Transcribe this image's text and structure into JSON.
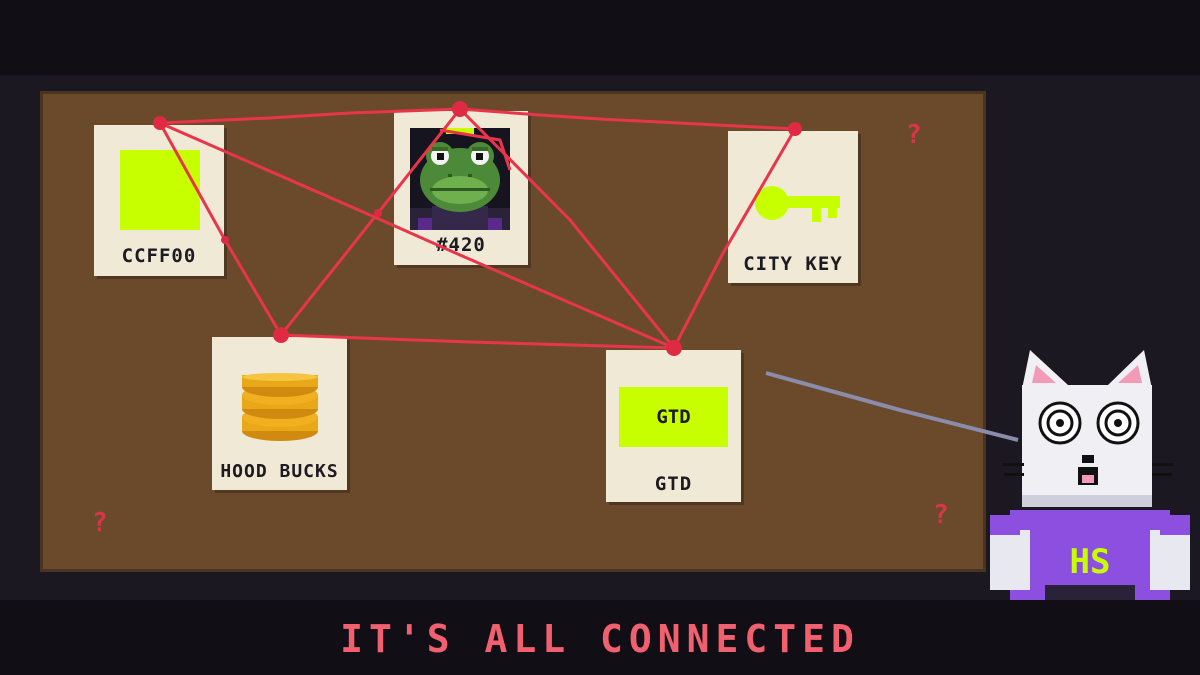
{
  "scene": "conspiracy-board",
  "cards": {
    "color_card": {
      "label": "CCFF00",
      "swatch_color": "#c8ff00"
    },
    "frog_card": {
      "label": "#420",
      "portrait": "frog-portrait"
    },
    "key_card": {
      "label": "CITY KEY",
      "icon": "key-icon",
      "icon_color": "#c8ff00"
    },
    "coins_card": {
      "label": "HOOD BUCKS",
      "icon": "coin-stack-icon",
      "icon_color": "#f0b020"
    },
    "gtd_card": {
      "label": "GTD",
      "badge_text": "GTD",
      "badge_color": "#c8ff00"
    }
  },
  "marks": {
    "symbol": "?"
  },
  "colors": {
    "string": "#e8354a",
    "pin": "#e02a44",
    "board": "#6b4a2c",
    "caption": "#f0606e",
    "shirt": "#8c4fe0",
    "shirt_logo": "#c8ff00"
  },
  "character": {
    "name": "cat-character",
    "shirt_logo": "HS"
  },
  "caption": "IT'S ALL CONNECTED"
}
